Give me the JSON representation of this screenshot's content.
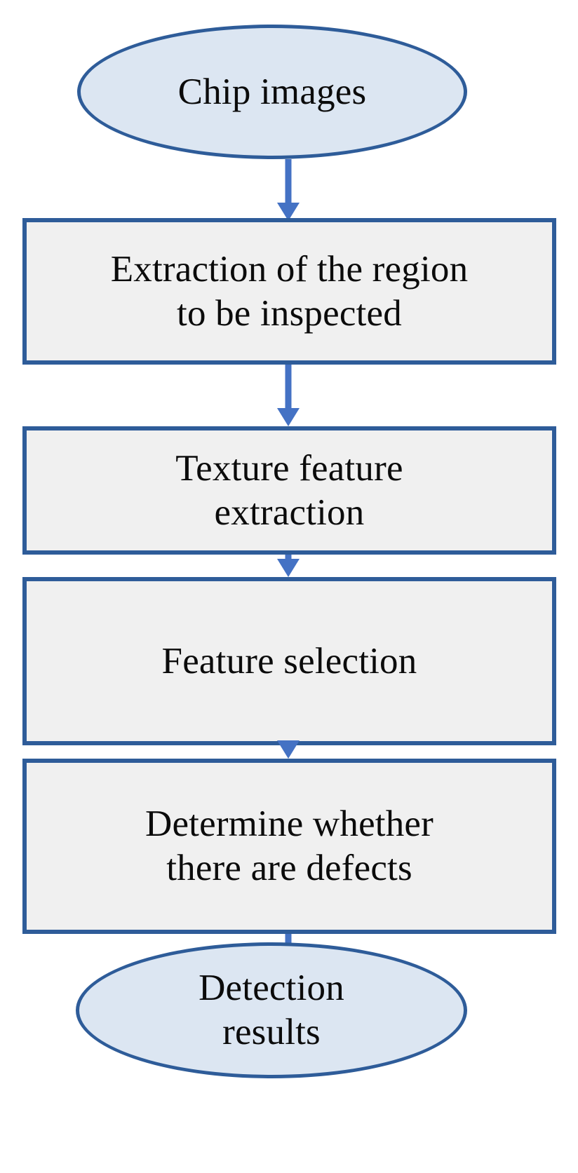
{
  "diagram": {
    "title": "Chip defect detection process flowchart",
    "orientation": "top-to-bottom",
    "colors": {
      "ellipse_fill": "#DCE6F2",
      "ellipse_border": "#2E5C99",
      "rect_fill": "#F0F0F0",
      "rect_border": "#2E5C99",
      "arrow": "#4472C4",
      "text": "#0b0b0b",
      "background": "#FFFFFF"
    },
    "nodes": [
      {
        "id": "chip-images",
        "shape": "ellipse",
        "label": "Chip images"
      },
      {
        "id": "region-extraction",
        "shape": "rectangle",
        "label": "Extraction of the region\nto be inspected"
      },
      {
        "id": "texture-feature",
        "shape": "rectangle",
        "label": "Texture feature\nextraction"
      },
      {
        "id": "feature-selection",
        "shape": "rectangle",
        "label": "Feature selection"
      },
      {
        "id": "determine-defects",
        "shape": "rectangle",
        "label": "Determine whether\nthere are defects"
      },
      {
        "id": "detection-results",
        "shape": "ellipse",
        "label": "Detection\nresults"
      }
    ],
    "edges": [
      {
        "id": "edge-1",
        "from": "chip-images",
        "to": "region-extraction",
        "style": "arrow-down"
      },
      {
        "id": "edge-2",
        "from": "region-extraction",
        "to": "texture-feature",
        "style": "arrow-down"
      },
      {
        "id": "edge-3",
        "from": "texture-feature",
        "to": "feature-selection",
        "style": "arrow-down"
      },
      {
        "id": "edge-4",
        "from": "feature-selection",
        "to": "determine-defects",
        "style": "arrow-down"
      },
      {
        "id": "edge-5",
        "from": "determine-defects",
        "to": "detection-results",
        "style": "arrow-down"
      }
    ]
  }
}
